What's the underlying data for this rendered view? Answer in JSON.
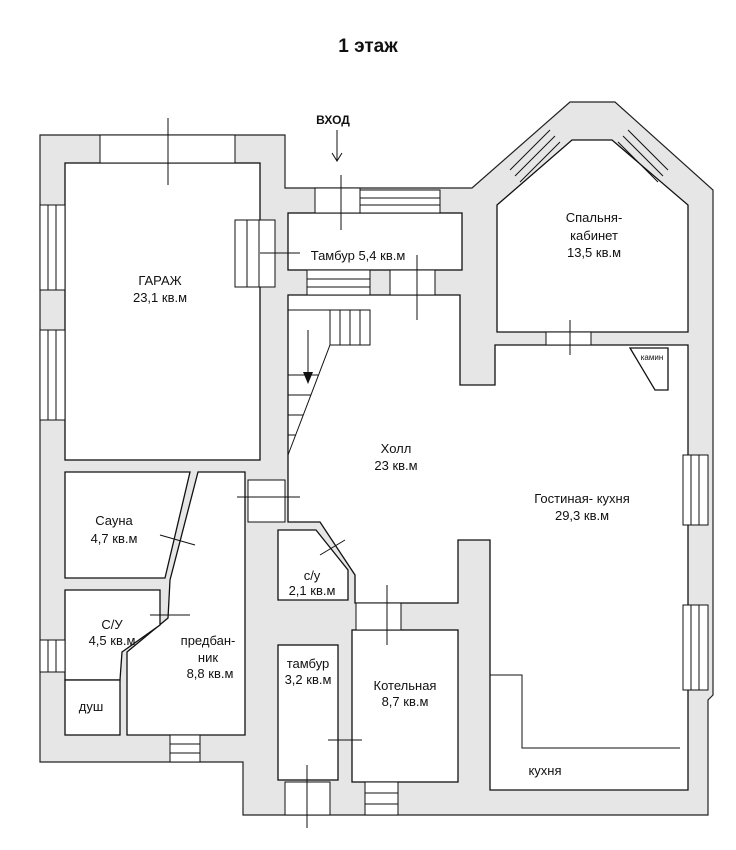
{
  "title": "1 этаж",
  "entrance": "ВХОД",
  "rooms": {
    "garage": {
      "name": "ГАРАЖ",
      "area": "23,1 кв.м"
    },
    "tambur_main": {
      "name": "Тамбур 5,4 кв.м"
    },
    "bedroom": {
      "name1": "Спальня-",
      "name2": "кабинет",
      "area": "13,5 кв.м"
    },
    "fireplace": {
      "name": "камин"
    },
    "hall": {
      "name": "Холл",
      "area": "23 кв.м"
    },
    "living": {
      "name": "Гостиная- кухня",
      "area": "29,3 кв.м"
    },
    "sauna": {
      "name": "Сауна",
      "area": "4,7 кв.м"
    },
    "wc_small": {
      "name": "с/у",
      "area": "2,1 кв.м"
    },
    "wc": {
      "name": "С/У",
      "area": "4,5 кв.м"
    },
    "dressing": {
      "name1": "предбан-",
      "name2": "ник",
      "area": "8,8 кв.м"
    },
    "shower": {
      "name": "душ"
    },
    "tambur_small": {
      "name": "тамбур",
      "area": "3,2 кв.м"
    },
    "boiler": {
      "name": "Котельная",
      "area": "8,7 кв.м"
    },
    "kitchen": {
      "name": "кухня"
    }
  }
}
